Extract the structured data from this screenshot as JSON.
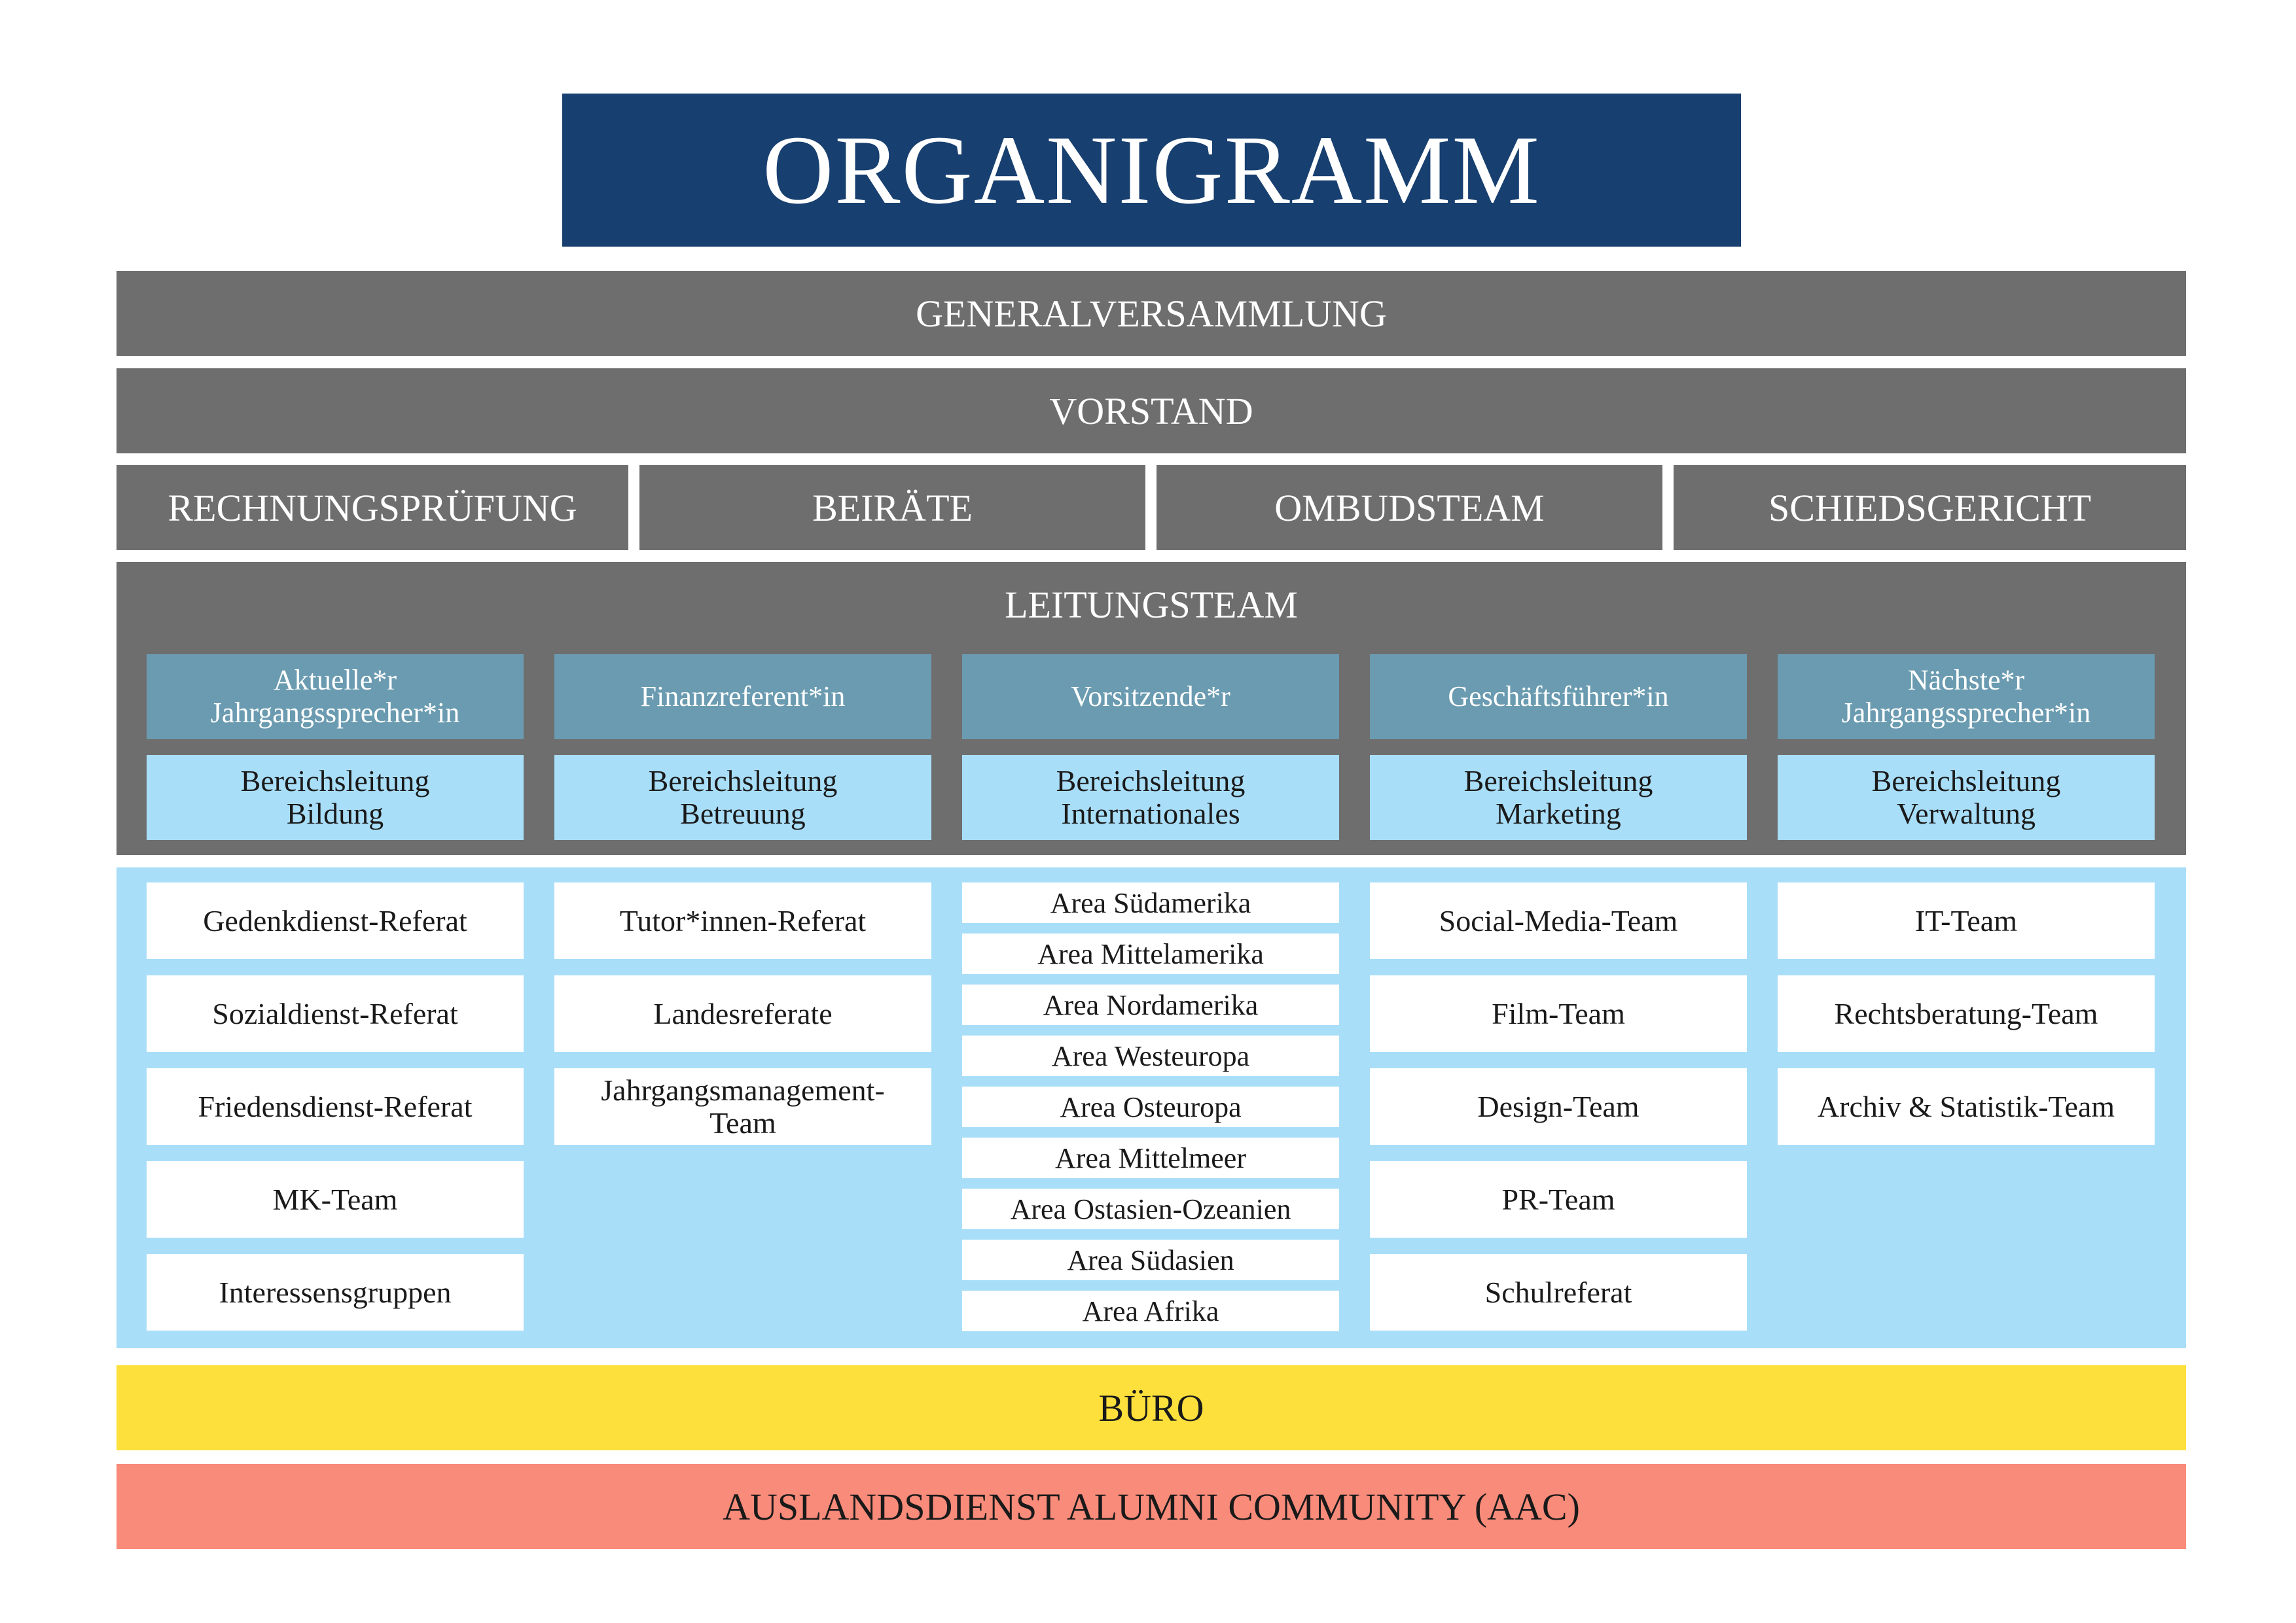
{
  "title": "ORGANIGRAMM",
  "generalversammlung": "GENERALVERSAMMLUNG",
  "vorstand": "VORSTAND",
  "bodies": [
    "RECHNUNGSPRÜFUNG",
    "BEIRÄTE",
    "OMBUDSTEAM",
    "SCHIEDSGERICHT"
  ],
  "leitungsteam": {
    "label": "LEITUNGSTEAM",
    "roles": [
      "Aktuelle*r\nJahrgangssprecher*in",
      "Finanzreferent*in",
      "Vorsitzende*r",
      "Geschäftsführer*in",
      "Nächste*r\nJahrgangssprecher*in"
    ],
    "bereichsleitungen": [
      "Bereichsleitung\nBildung",
      "Bereichsleitung\nBetreuung",
      "Bereichsleitung\nInternationales",
      "Bereichsleitung\nMarketing",
      "Bereichsleitung\nVerwaltung"
    ]
  },
  "columns": {
    "bildung": [
      "Gedenkdienst-Referat",
      "Sozialdienst-Referat",
      "Friedensdienst-Referat",
      "MK-Team",
      "Interessensgruppen"
    ],
    "betreuung": [
      "Tutor*innen-Referat",
      "Landesreferate",
      "Jahrgangsmanagement-\nTeam"
    ],
    "internationales": [
      "Area Südamerika",
      "Area Mittelamerika",
      "Area Nordamerika",
      "Area Westeuropa",
      "Area Osteuropa",
      "Area Mittelmeer",
      "Area Ostasien-Ozeanien",
      "Area Südasien",
      "Area Afrika"
    ],
    "marketing": [
      "Social-Media-Team",
      "Film-Team",
      "Design-Team",
      "PR-Team",
      "Schulreferat"
    ],
    "verwaltung": [
      "IT-Team",
      "Rechtsberatung-Team",
      "Archiv & Statistik-Team"
    ]
  },
  "buero": "BÜRO",
  "aac": "AUSLANDSDIENST ALUMNI COMMUNITY (AAC)",
  "colors": {
    "title_bg": "#173f6f",
    "grey": "#6e6e6e",
    "role": "#6a9bb0",
    "light_blue": "#a9def9",
    "buero": "#fde03b",
    "aac": "#f98b7a"
  }
}
